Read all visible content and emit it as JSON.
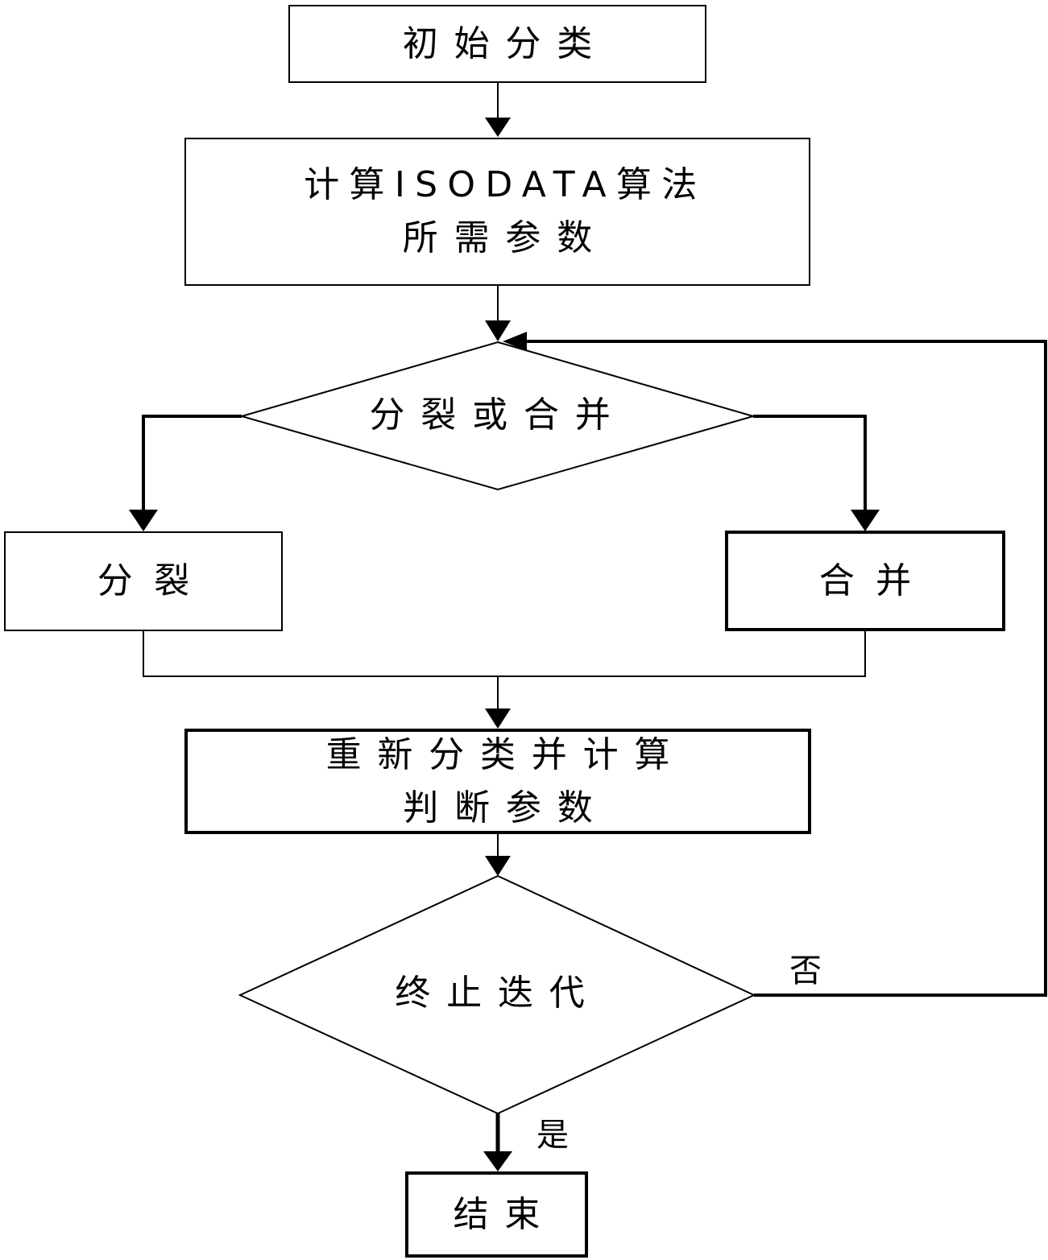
{
  "nodes": {
    "initial_classify": "初始分类",
    "compute_params_line1": "计算ISODATA算法",
    "compute_params_line2": "所需参数",
    "split_or_merge": "分裂或合并",
    "split": "分裂",
    "merge": "合并",
    "reclassify_line1": "重新分类并计算",
    "reclassify_line2": "判断参数",
    "terminate": "终止迭代",
    "end": "结束"
  },
  "edges": {
    "no_label": "否",
    "yes_label": "是"
  }
}
